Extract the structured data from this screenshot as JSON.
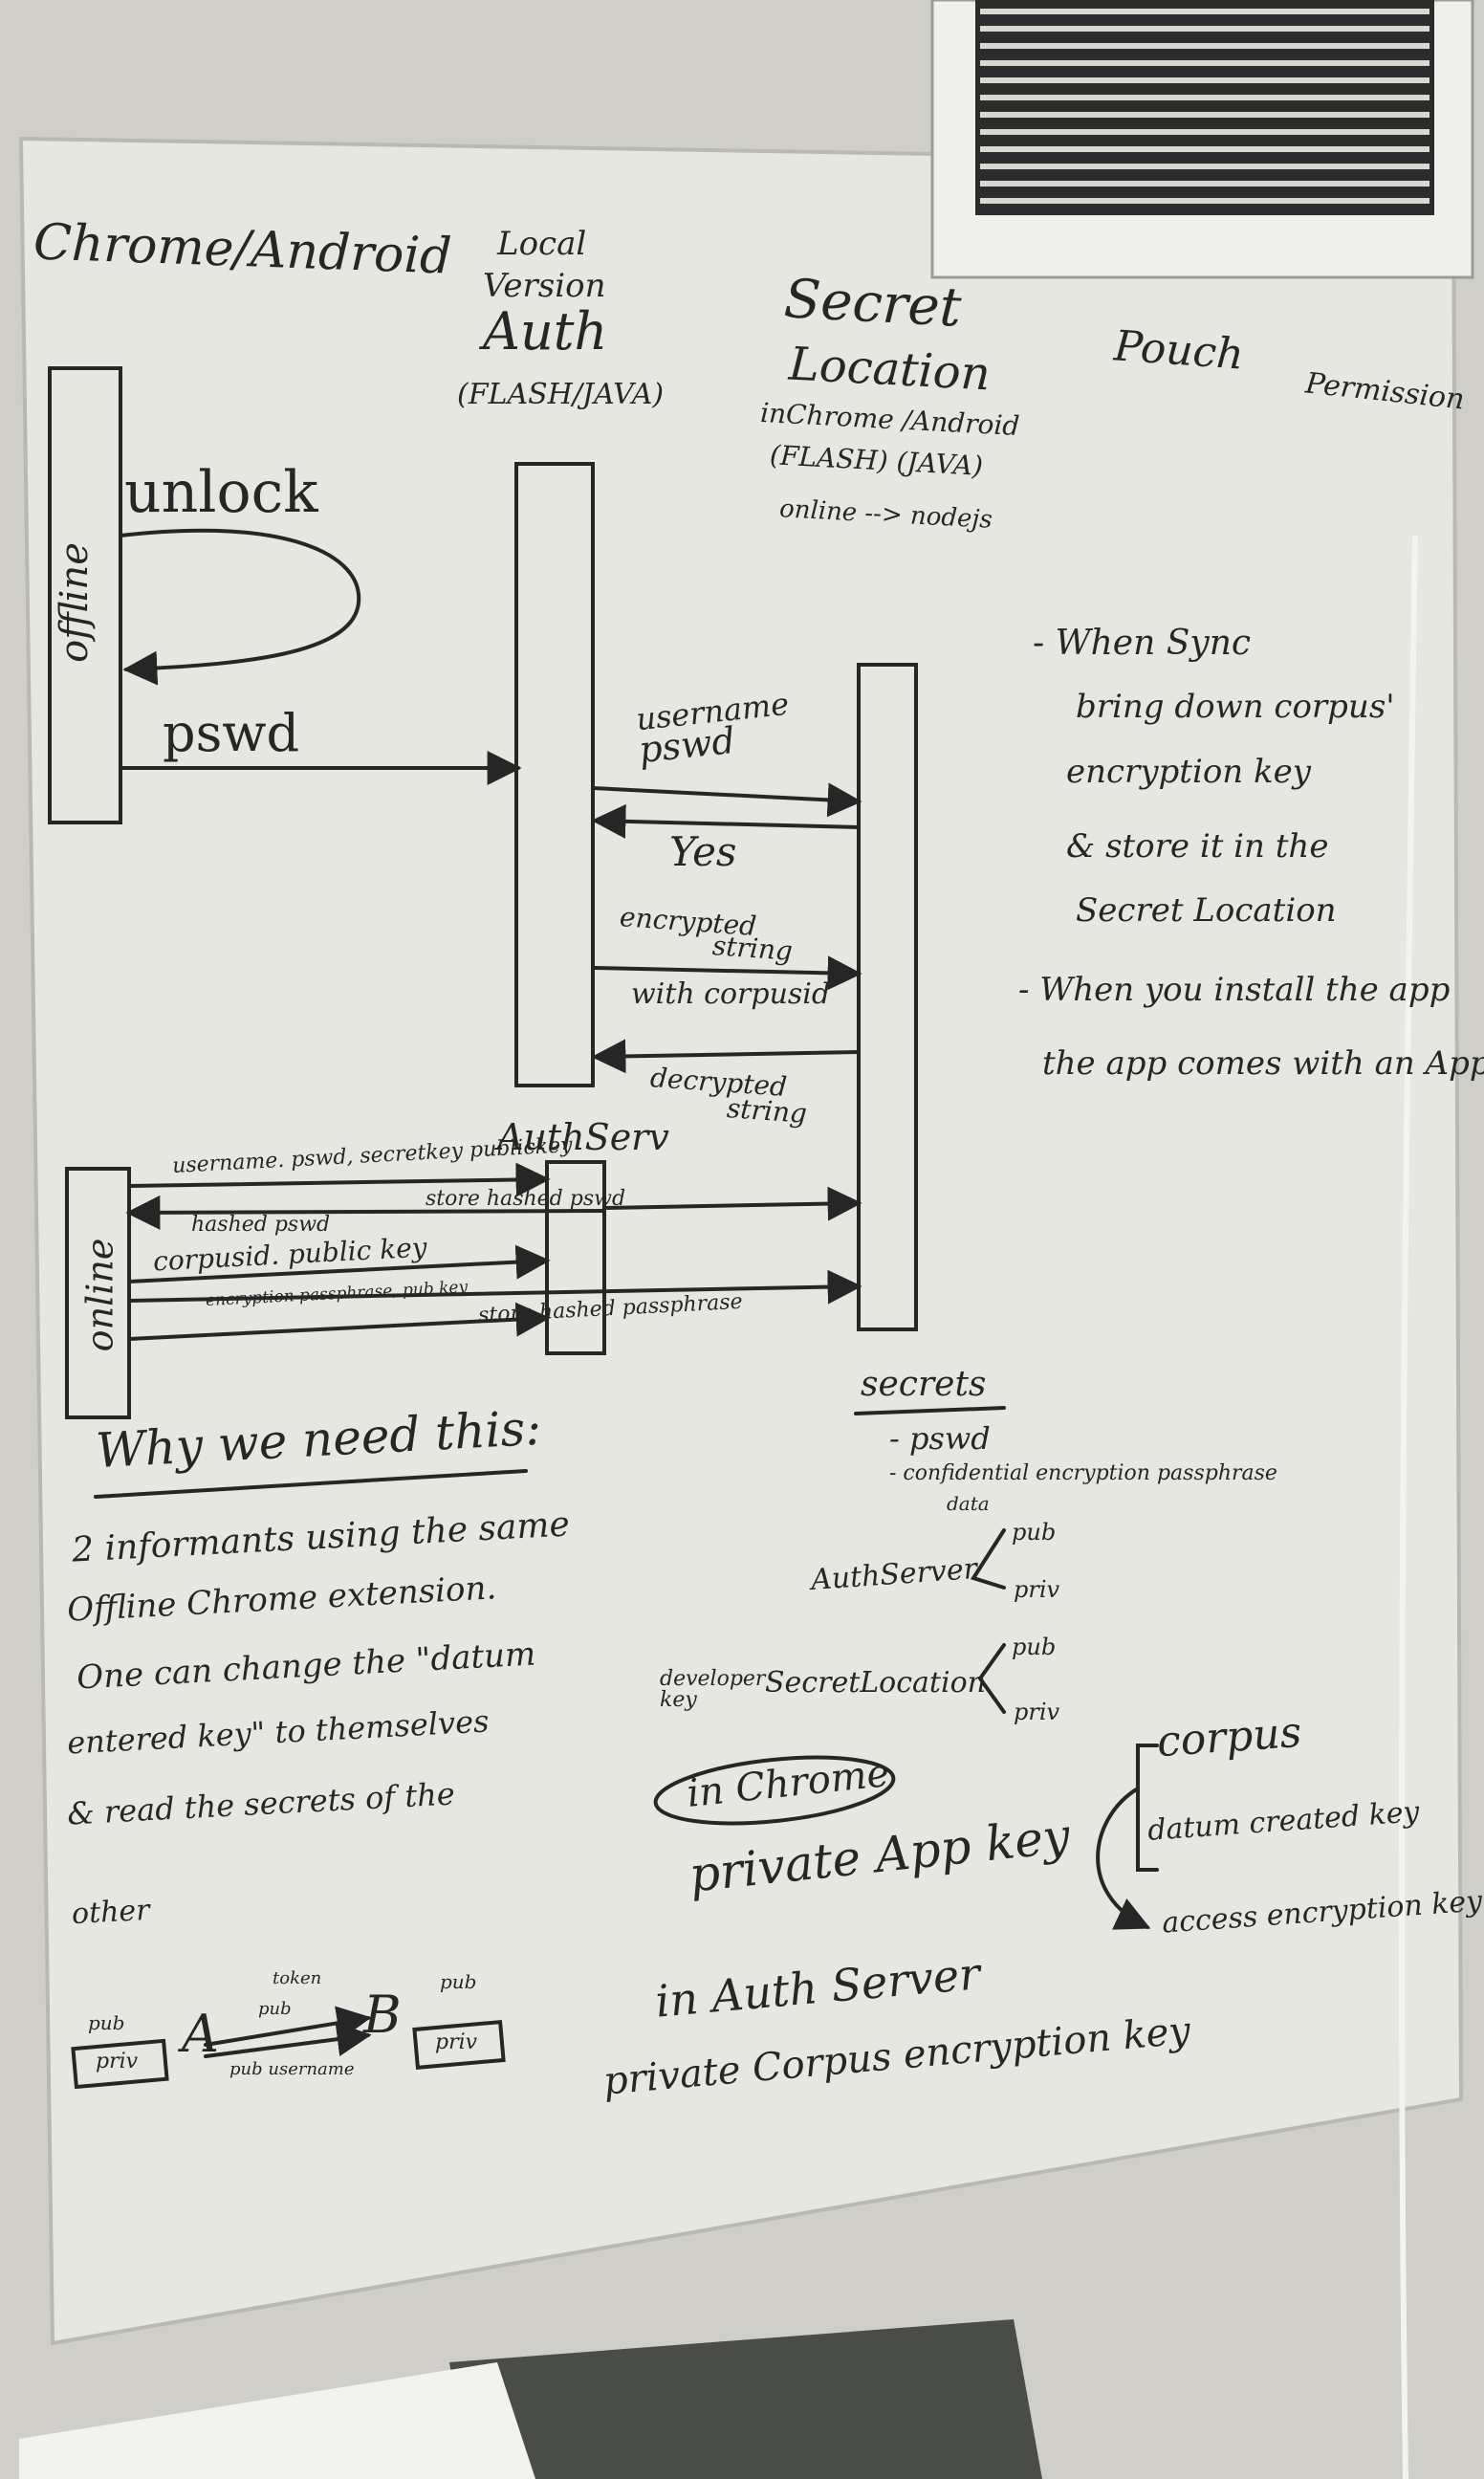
{
  "colors": {
    "wall": "#d3d2cc",
    "board": "#e6e6e1",
    "ink": "#262626",
    "vent": "#f0f0ec",
    "floor_object": "#4a4c48"
  },
  "whiteboard": {
    "columns": {
      "client": "Chrome/Android",
      "local_auth": [
        "Local",
        "Version",
        "Auth",
        "(FLASH/JAVA)"
      ],
      "secret_location": [
        "Secret",
        "Location",
        "inChrome /Android",
        "(FLASH) (JAVA)",
        "online --> nodejs"
      ],
      "pouch": "Pouch",
      "permission": "Permission"
    },
    "offline_box": "offline",
    "online_box": "online",
    "unlock": "unlock",
    "pswd": "pswd",
    "username_pswd": [
      "username",
      "pswd"
    ],
    "yes": "Yes",
    "encrypted_string": [
      "encrypted",
      "string"
    ],
    "with_corpusid": "with corpusid",
    "decrypted_string": [
      "decrypted",
      "string"
    ],
    "auth_serv": "AuthServ",
    "online_msgs": [
      "username. pswd, secretkey publickey",
      "hashed pswd",
      "store hashed pswd",
      "corpusid. public key",
      "encryption passphrase, pub key",
      "store hashed passphrase"
    ],
    "notes": [
      "- When Sync",
      "bring down corpus'",
      "encryption key",
      "& store it in the",
      "Secret Location",
      "- When you install the app",
      "the app comes with an App key"
    ],
    "why_heading": "Why we need this:",
    "why_lines": [
      "2 informants using the same",
      "Offline Chrome extension.",
      "One can change the \"datum",
      "entered key\" to themselves",
      "& read the secrets of the",
      "other"
    ],
    "secrets": {
      "heading": "secrets",
      "items": [
        "- pswd",
        "- confidential encryption passphrase",
        "data"
      ]
    },
    "auth_server_keys": {
      "label": "AuthServer",
      "pub": "pub",
      "priv": "priv"
    },
    "secret_location_keys": {
      "label": "SecretLocation",
      "prefix": "developer key",
      "pub": "pub",
      "priv": "priv"
    },
    "in_chrome": "in Chrome",
    "private_app_key": "private App key",
    "corpus": {
      "heading": "corpus",
      "items": [
        "datum created key",
        "access encryption key"
      ]
    },
    "in_auth_server": "in Auth Server",
    "private_corpus_key": "private Corpus encryption key",
    "ab_diagram": {
      "a": "A",
      "b": "B",
      "pub1": "pub",
      "priv1": "priv",
      "pub2": "pub",
      "priv2": "priv",
      "label_top": "token",
      "label_mid": "pub",
      "label_bottom": "pub username"
    }
  }
}
